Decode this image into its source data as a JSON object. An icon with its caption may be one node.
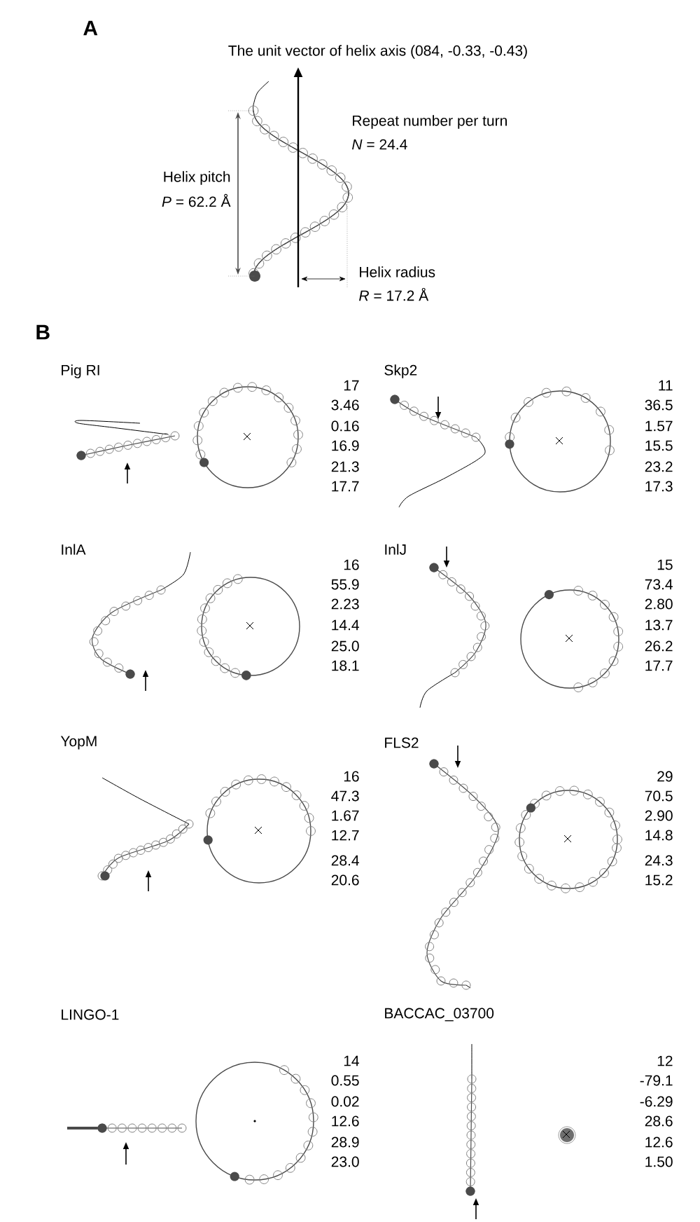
{
  "diagram": {
    "labels": [
      "A",
      "The unit vector of helix axis (084, -0.33, -0.43)",
      "Repeat number per turn",
      "*N* = 24.4",
      "Helix pitch",
      "*P* = 62.2 Å",
      "Helix radius",
      "*R* = 17.2 Å",
      "B",
      "Pig RI",
      "17",
      "3.46",
      "0.16",
      "16.9",
      "21.3",
      "17.7",
      "Skp2",
      "11",
      "36.5",
      "1.57",
      "15.5",
      "23.2",
      "17.3",
      "InlA",
      "16",
      "55.9",
      "2.23",
      "14.4",
      "25.0",
      "18.1",
      "InlJ",
      "15",
      "73.4",
      "2.80",
      "13.7",
      "26.2",
      "17.7",
      "YopM",
      "16",
      "47.3",
      "1.67",
      "12.7",
      "28.4",
      "20.6",
      "FLS2",
      "29",
      "70.5",
      "2.90",
      "14.8",
      "24.3",
      "15.2",
      "LINGO-1",
      "14",
      "0.55",
      "0.02",
      "12.6",
      "28.9",
      "23.0",
      "BACCAC_03700",
      "12",
      "-79.1",
      "-6.29",
      "28.6",
      "12.6",
      "1.50"
    ]
  }
}
